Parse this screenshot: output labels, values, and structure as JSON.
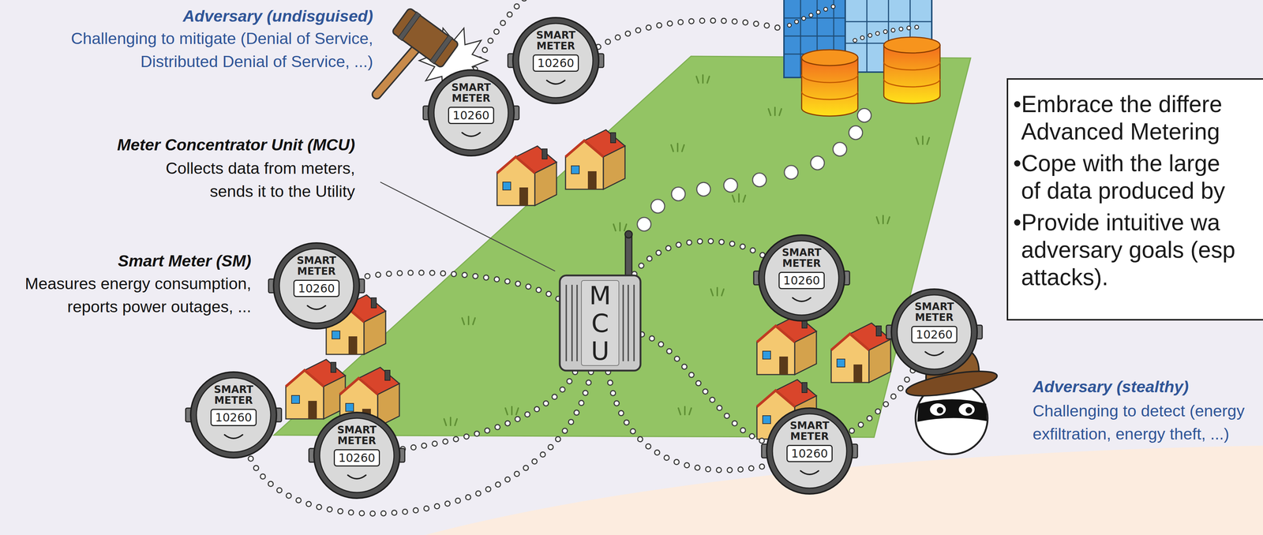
{
  "diagram": {
    "nodes": [
      {
        "text": [
          "SMART METER",
          "10260"
        ]
      },
      {
        "text": [
          "SMART METER",
          "10260"
        ]
      },
      {
        "text": [
          "SMART METER",
          "10260"
        ]
      },
      {
        "text": [
          "MCU"
        ]
      },
      {
        "text": [
          "SMART METER",
          "10260"
        ]
      },
      {
        "text": [
          "SMART METER",
          "10260"
        ]
      },
      {
        "text": [
          "SMART METER",
          "10260"
        ]
      },
      {
        "text": [
          "SMART METER",
          "10260"
        ]
      },
      {
        "text": [
          "SMART METER",
          "10260"
        ]
      },
      {
        "text": [
          "•Embrace the differe Advanced Metering",
          "•Cope with the large of data produced by",
          "•Provide intuitive wa adversary goals (esp attacks)."
        ]
      }
    ],
    "edges": [
      {
        "from": 3,
        "to": 2,
        "arrow": "none"
      },
      {
        "from": 3,
        "to": 7,
        "arrow": "none"
      },
      {
        "from": 3,
        "to": 6,
        "arrow": "none"
      },
      {
        "from": 3,
        "to": 4,
        "arrow": "none"
      },
      {
        "from": 3,
        "to": 8,
        "arrow": "none"
      },
      {
        "from": 3,
        "to": 5,
        "arrow": "none"
      }
    ],
    "labels": [
      "Adversary (undisguised)",
      "Challenging to mitigate (Denial of Service, Distributed Denial of Service, ...)",
      "Meter Concentrator Unit (MCU)",
      "Collects data from meters, sends it to the Utility",
      "Smart Meter (SM)",
      "Measures energy consumption, reports power outages, ...",
      "Adversary (stealthy)",
      "Challenging to detect (energy exfiltration, energy theft, ...)"
    ]
  }
}
